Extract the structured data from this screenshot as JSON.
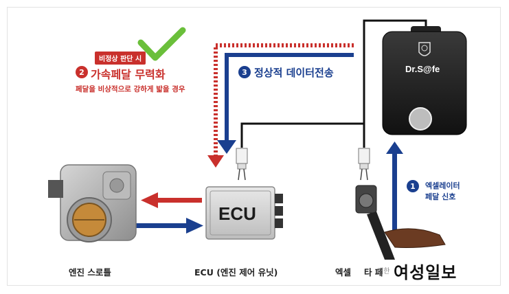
{
  "step2": {
    "number": "2",
    "badge": "비정상 판단 시",
    "title": "가속페달 무력화",
    "subtitle": "페달을 비상적으로 강하게 밟을 경우"
  },
  "step3": {
    "number": "3",
    "title": "정상적 데이터전송"
  },
  "step1": {
    "number": "1",
    "line1": "엑셀레이터",
    "line2": "페달 신호"
  },
  "device": {
    "label": "Dr.S@fe"
  },
  "ecu": {
    "label": "ECU"
  },
  "captions": {
    "throttle": "엔진 스로틀",
    "ecu": "ECU (엔진 제어 유닛)",
    "pedal": "엑셀",
    "pedal_tail": "타 페"
  },
  "watermark": {
    "main": "여성일보",
    "small": "대한"
  },
  "colors": {
    "red": "#c9302c",
    "blue": "#1a3f8f",
    "green": "#6abf3a",
    "dark": "#1b1b1b"
  }
}
